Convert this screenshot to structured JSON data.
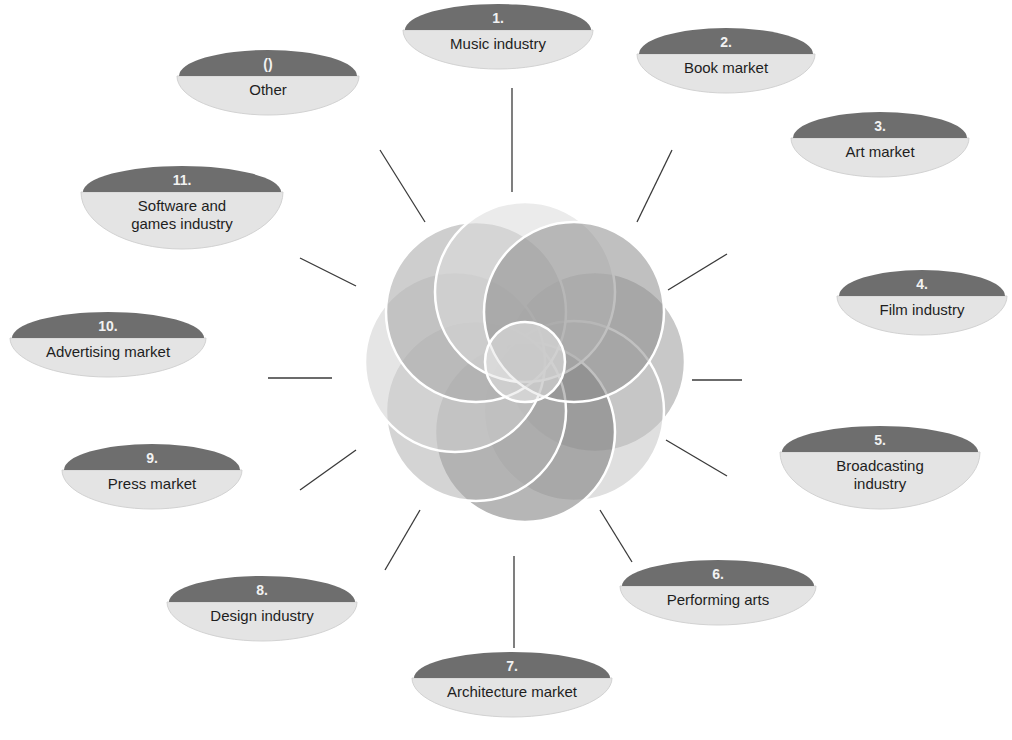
{
  "diagram": {
    "nodes": [
      {
        "text": [
          "1.",
          "Music industry"
        ]
      },
      {
        "text": [
          "2.",
          "Book market"
        ]
      },
      {
        "text": [
          "3.",
          "Art market"
        ]
      },
      {
        "text": [
          "4.",
          "Film industry"
        ]
      },
      {
        "text": [
          "5.",
          "Broadcasting industry"
        ]
      },
      {
        "text": [
          "6.",
          "Performing arts"
        ]
      },
      {
        "text": [
          "7.",
          "Architecture market"
        ]
      },
      {
        "text": [
          "8.",
          "Design industry"
        ]
      },
      {
        "text": [
          "9.",
          "Press market"
        ]
      },
      {
        "text": [
          "10.",
          "Advertising market"
        ]
      },
      {
        "text": [
          "11.",
          "Software and games industry"
        ]
      },
      {
        "text": [
          "()",
          "Other"
        ]
      }
    ]
  }
}
